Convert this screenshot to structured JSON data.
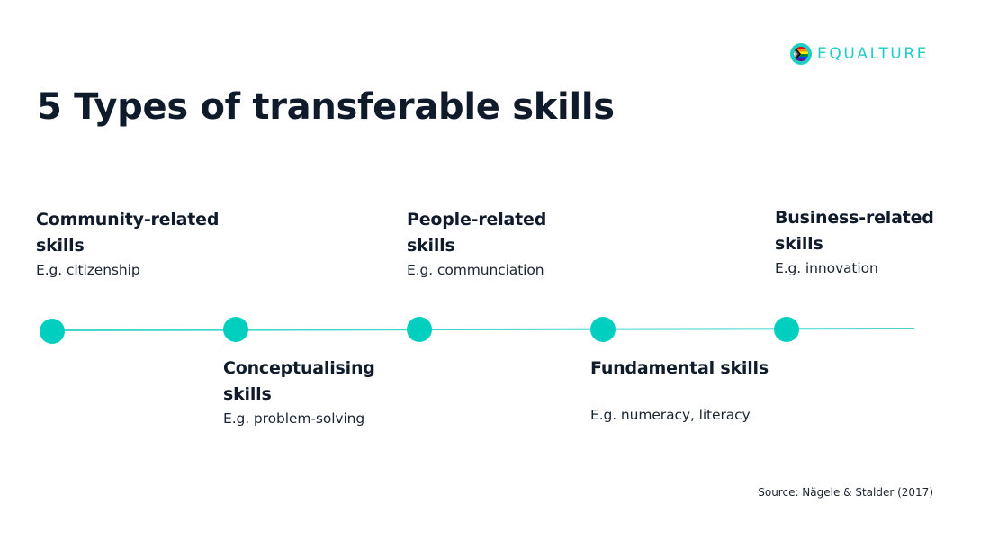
{
  "brand": {
    "name": "EQUALTURE",
    "icon": "pride-flag-logo-icon",
    "color": "#1ecdc2"
  },
  "title": "5 Types of transferable skills",
  "timeline": {
    "line_color": "#3fd6cc",
    "dot_color": "#00cfc0",
    "skills": [
      {
        "title_line1": "Community-related",
        "title_line2": "skills",
        "example": "E.g. citizenship",
        "position": "above"
      },
      {
        "title_line1": "Conceptualising",
        "title_line2": "skills",
        "example": "E.g. problem-solving",
        "position": "below"
      },
      {
        "title_line1": "People-related",
        "title_line2": "skills",
        "example": "E.g. communciation",
        "position": "above"
      },
      {
        "title_line1": "Fundamental skills",
        "title_line2": "",
        "example": "E.g. numeracy, literacy",
        "position": "below"
      },
      {
        "title_line1": "Business-related",
        "title_line2": "skills",
        "example": "E.g. innovation",
        "position": "above"
      }
    ]
  },
  "source": "Source: Nägele & Stalder (2017)"
}
